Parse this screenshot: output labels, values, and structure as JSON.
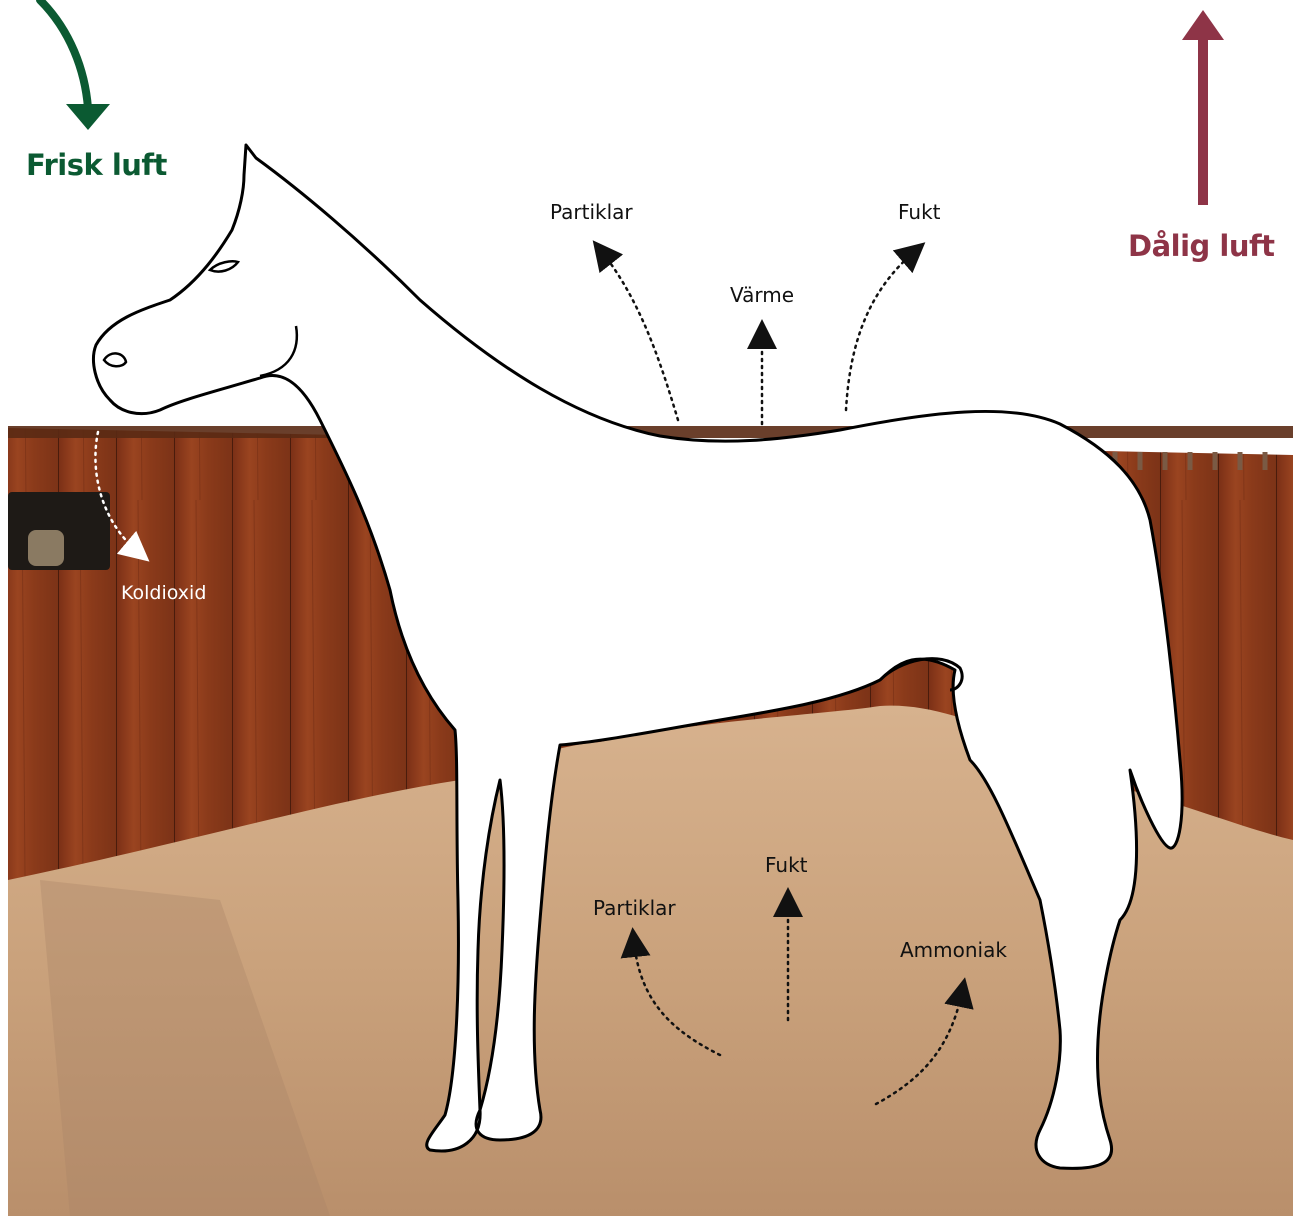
{
  "labels": {
    "fresh_air": "Frisk luft",
    "bad_air": "Dålig luft",
    "particles_top": "Partiklar",
    "moisture_top": "Fukt",
    "heat": "Värme",
    "carbon_dioxide": "Koldioxid",
    "moisture_bottom": "Fukt",
    "particles_bottom": "Partiklar",
    "ammonia": "Ammoniak"
  },
  "colors": {
    "fresh_air": "#0b5a32",
    "bad_air": "#8e3447",
    "wall": "#8b3a1c",
    "bedding": "#c9a17a",
    "horse_fill": "#ffffff",
    "outline": "#000000"
  }
}
